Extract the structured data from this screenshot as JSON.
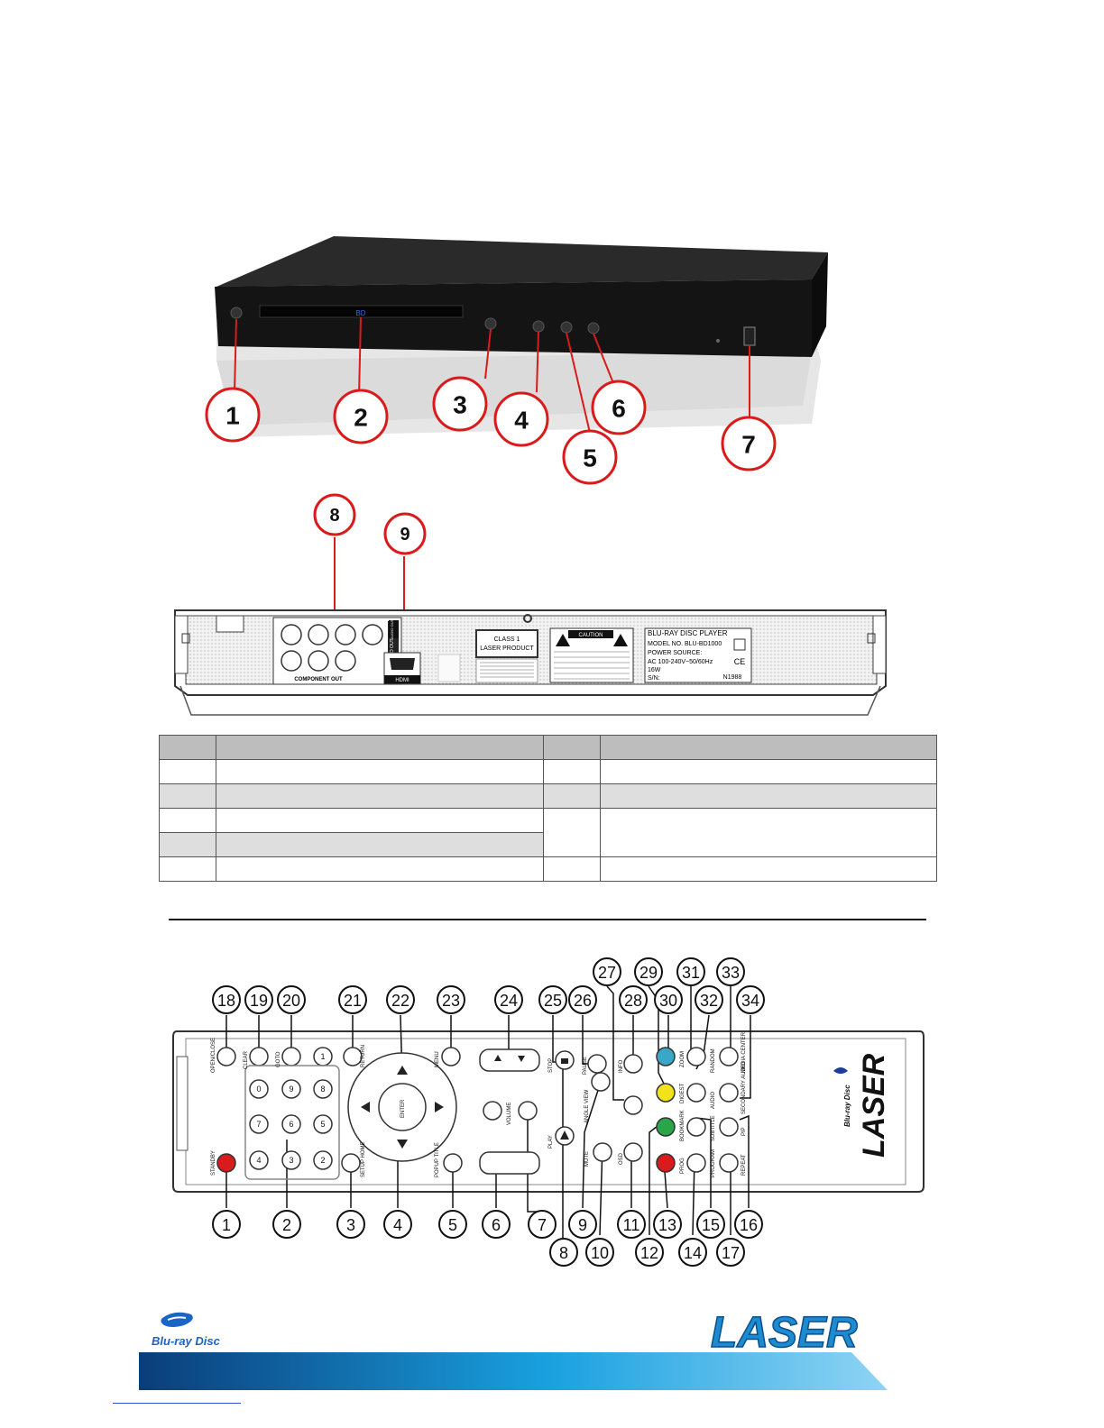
{
  "front_panel": {
    "callouts": [
      "1",
      "2",
      "3",
      "4",
      "5",
      "6",
      "7"
    ],
    "tray_logo": "BD"
  },
  "rear_panel": {
    "callouts": [
      "8",
      "9"
    ],
    "component_out_label": "COMPONENT OUT",
    "video_out_label": "VIDEO OUT",
    "audio_out_label": "AUDIO OUT",
    "hdmi_label": "HDMI",
    "class1_line1": "CLASS 1",
    "class1_line2": "LASER PRODUCT",
    "caution_label": "CAUTION",
    "rating_title": "BLU-RAY DISC PLAYER",
    "rating_model": "MODEL NO. BLU-BD1000",
    "rating_power": "POWER SOURCE:",
    "rating_ac": "AC 100-240V~50/60Hz",
    "rating_watts": "16W",
    "rating_sn": "S/N:",
    "rating_cert": "N1988",
    "rating_ce": "CE"
  },
  "spec_table": {
    "rows": [
      [
        "",
        "",
        "",
        ""
      ],
      [
        "",
        "",
        "",
        ""
      ],
      [
        "",
        "",
        "",
        ""
      ],
      [
        "",
        "",
        "",
        ""
      ],
      [
        "",
        "",
        "",
        ""
      ],
      [
        "",
        "",
        "",
        ""
      ]
    ]
  },
  "remote": {
    "top_callouts": [
      "18",
      "19",
      "20",
      "21",
      "22",
      "23",
      "24",
      "25",
      "26",
      "28",
      "30",
      "32",
      "34"
    ],
    "top_callouts_upper": [
      "27",
      "29",
      "31",
      "33"
    ],
    "bottom_callouts": [
      "1",
      "2",
      "3",
      "4",
      "5",
      "6",
      "7",
      "9",
      "11",
      "13",
      "15",
      "16"
    ],
    "bottom_callouts_lower": [
      "8",
      "10",
      "12",
      "14",
      "17"
    ],
    "labels": {
      "open_close": "OPEN/CLOSE",
      "standby": "STANDBY",
      "clear": "CLEAR",
      "goto": "GOTO",
      "return": "RETURN",
      "menu": "MENU",
      "setup_home": "SETUP HOME",
      "popup_title": "POPUP TITLE",
      "enter": "ENTER",
      "volume": "VOLUME",
      "stop": "STOP",
      "play": "PLAY",
      "pause": "PAUSE",
      "mute": "MUTE",
      "angle_view": "ANGLE VIEW",
      "info": "INFO",
      "osd": "OSD",
      "zoom": "ZOOM",
      "random": "RANDOM",
      "media_center": "MEDIA CENTER",
      "digest": "DIGEST",
      "audio": "AUDIO",
      "secondary_audio": "SECONDARY AUDIO",
      "bookmark": "BOOKMARK",
      "subtitle": "SUBTITLE",
      "pip": "PIP",
      "prog": "PROG",
      "program": "PROGRAM",
      "repeat": "REPEAT",
      "digits": [
        "0",
        "9",
        "8",
        "7",
        "6",
        "5",
        "4",
        "3",
        "2",
        "1"
      ],
      "brand": "LASER",
      "bd_logo": "Blu-ray Disc"
    }
  },
  "footer": {
    "bd_logo": "Blu-ray Disc",
    "brand": "LASER"
  }
}
